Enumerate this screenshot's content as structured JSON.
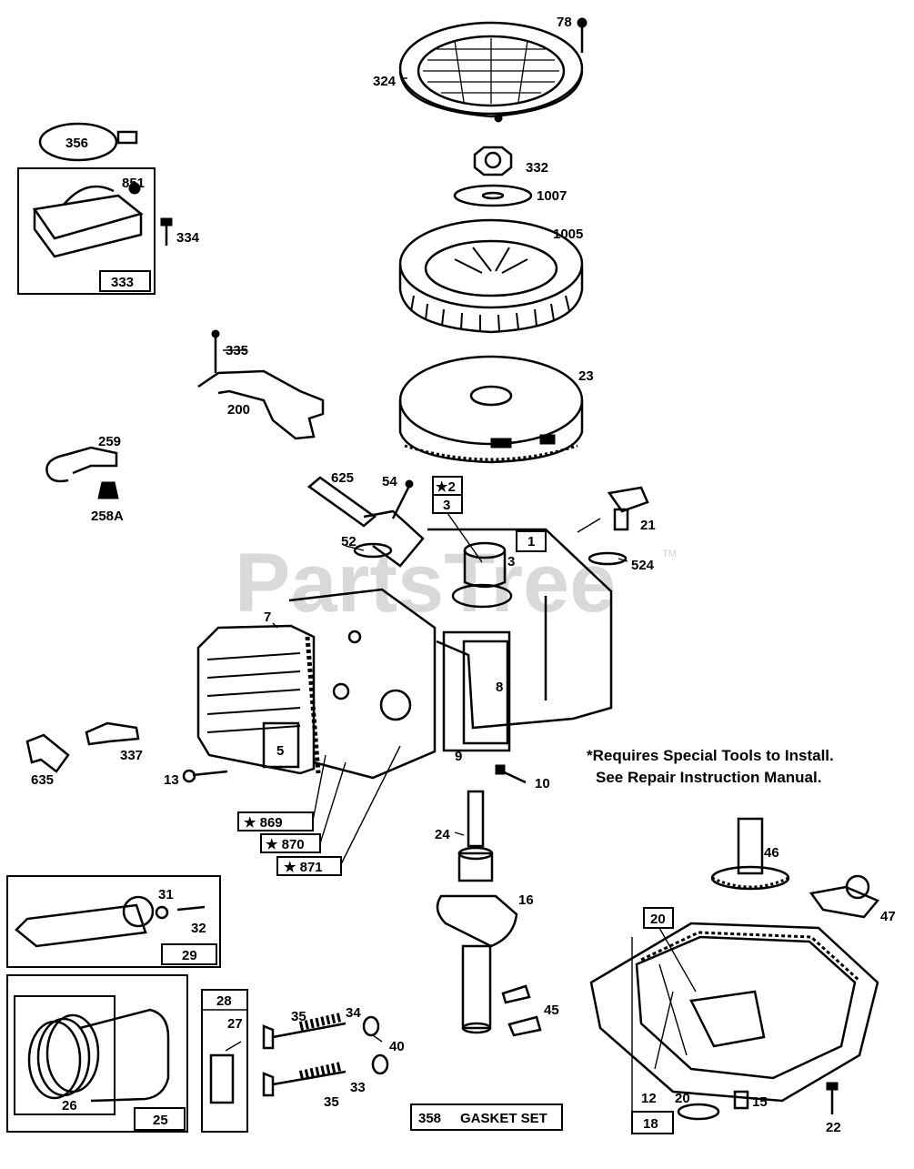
{
  "watermark": "PartsTree",
  "trademark": "TM",
  "notes": {
    "line1": "*Requires Special Tools to Install.",
    "line2": "See Repair Instruction Manual."
  },
  "gasket_set": {
    "number": "358",
    "label": "GASKET SET"
  },
  "labels": {
    "p78": "78",
    "p324": "324",
    "p332": "332",
    "p1007": "1007",
    "p1005": "1005",
    "p23": "23",
    "p356": "356",
    "p851": "851",
    "p334": "334",
    "p333": "333",
    "p335": "335",
    "p200": "200",
    "p259": "259",
    "p258a": "258A",
    "p625": "625",
    "p54": "54",
    "p52": "52",
    "p2": "★2",
    "p3box": "3",
    "p3": "3",
    "p1": "1",
    "p21": "21",
    "p524": "524",
    "p7": "7",
    "p5": "5",
    "p8": "8",
    "p9": "9",
    "p10": "10",
    "p13": "13",
    "p337": "337",
    "p635": "635",
    "p869": "★ 869",
    "p870": "★ 870",
    "p871": "★ 871",
    "p24": "24",
    "p16": "16",
    "p45": "45",
    "p46": "46",
    "p47": "47",
    "p20a": "20",
    "p20b": "20",
    "p12": "12",
    "p15": "15",
    "p18": "18",
    "p22": "22",
    "p31": "31",
    "p32": "32",
    "p29": "29",
    "p25": "25",
    "p26": "26",
    "p28": "28",
    "p27": "27",
    "p35a": "35",
    "p35b": "35",
    "p34": "34",
    "p33": "33",
    "p40": "40"
  }
}
